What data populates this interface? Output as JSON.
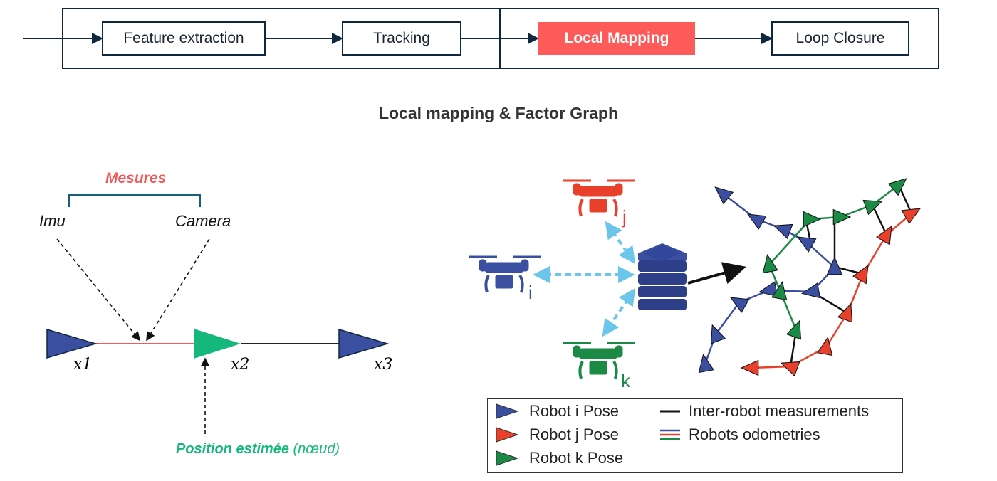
{
  "pipeline": {
    "stages": [
      {
        "label": "Feature extraction",
        "active": false
      },
      {
        "label": "Tracking",
        "active": false
      },
      {
        "label": "Local Mapping",
        "active": true
      },
      {
        "label": "Loop Closure",
        "active": false
      }
    ],
    "active_color": "#ff5a5a"
  },
  "section_title": "Local mapping & Factor Graph",
  "factor_diagram": {
    "measures_label": "Mesures",
    "sensors": [
      "Imu",
      "Camera"
    ],
    "nodes": [
      "x1",
      "x2",
      "x3"
    ],
    "estimated_label": "Position estimée",
    "estimated_sub": "(nœud)",
    "colors": {
      "measures": "#f05a5a",
      "estimated": "#14b87a",
      "pose": "#3a4fa0"
    }
  },
  "multi_robot": {
    "robots": [
      {
        "id": "j",
        "color": "#e8402a"
      },
      {
        "id": "i",
        "color": "#3a4fa0"
      },
      {
        "id": "k",
        "color": "#1a8a45"
      }
    ],
    "server_icon": "server-stack-icon",
    "legend": {
      "poses": [
        "Robot i Pose",
        "Robot j Pose",
        "Robot k Pose"
      ],
      "inter_robot": "Inter-robot measurements",
      "odometries": "Robots odometries"
    }
  }
}
